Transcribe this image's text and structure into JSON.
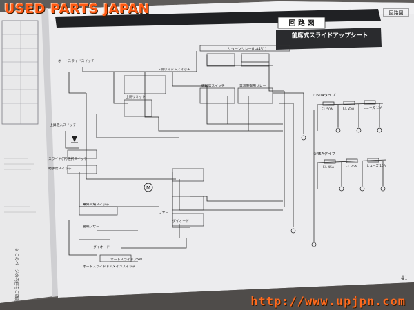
{
  "watermarks": {
    "top": "USED PARTS JAPAN",
    "bottom": "http://www.upjpn.com"
  },
  "page": {
    "tab_label": "回路図",
    "section_title": "回 路 図",
    "banner_title": "前席式スライドアップシート",
    "page_number": "41"
  },
  "diagram": {
    "top_connector": "リターンリレー(L-A451)",
    "labels_left": [
      "オートスライドスイッチ",
      "上昇選入スイッチ",
      "スライド(下)選択スイッチ",
      "助手席スイッチ"
    ],
    "labels_center": [
      "下側リミットスイッチ",
      "上側リミット",
      "運転席スイッチ",
      "電源制御用リレー"
    ],
    "labels_right_blocks": [
      "①50Aタイプ",
      "②45Aタイプ"
    ],
    "fuse_labels_1": [
      "F.L 50A",
      "F.L 25A",
      "ヒューズ 15A"
    ],
    "fuse_labels_2": [
      "F.L 45A",
      "F.L 25A",
      "ヒューズ 15A"
    ],
    "bottom_labels": [
      "ブザー",
      "ダイオード",
      "警報ブザー",
      "オートスライドアSW",
      "オートスライドドアメインスイッチ",
      "乗降入場スイッチ"
    ],
    "diode_label": "ダイオード",
    "motor_label": "M"
  },
  "left_page_text": "※ このページの内容をご確認ください"
}
